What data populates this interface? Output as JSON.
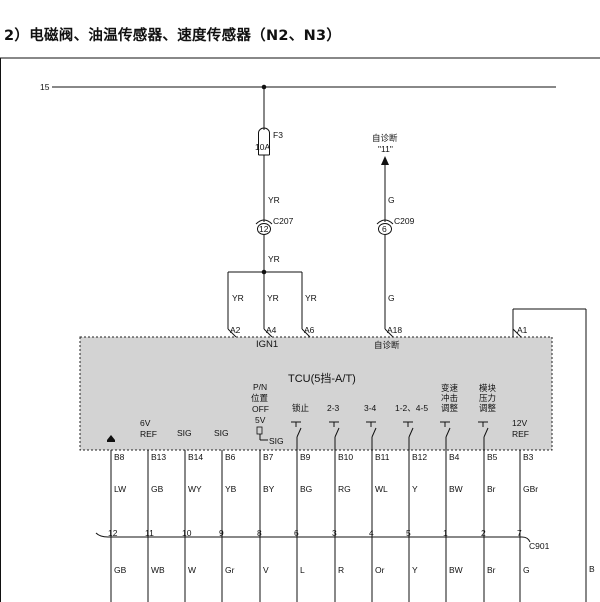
{
  "title": "2）电磁阀、油温传感器、速度传感器（N2、N3）",
  "top_bus": {
    "label": "15"
  },
  "fuse": {
    "name": "F3",
    "rating": "10A"
  },
  "wire_yr": "YR",
  "c207": {
    "name": "C207",
    "pin": "12"
  },
  "diag": {
    "line1": "自诊断",
    "line2": "\"11\"",
    "wire": "G",
    "connector": "C209",
    "pin": "6"
  },
  "tcu": {
    "title": "TCU(5挡-A/T)",
    "top_pins": [
      {
        "label": "A2",
        "wire": "YR"
      },
      {
        "label": "A4",
        "wire": "YR"
      },
      {
        "label": "A6",
        "wire": "YR"
      },
      {
        "label": "A18",
        "wire": "G"
      },
      {
        "label": "A1"
      }
    ],
    "ign_label": "IGN1",
    "diag_label": "自诊断",
    "pn_label": [
      "P/N",
      "位置",
      "OFF",
      "5V"
    ],
    "sig_label": "SIG",
    "bottom_pins": [
      {
        "label": "B8",
        "func": [],
        "wire_top": "LW",
        "c901_pin": "12",
        "wire_bottom": "GB"
      },
      {
        "label": "B13",
        "func": [
          "6V",
          "REF"
        ],
        "wire_top": "GB",
        "c901_pin": "11",
        "wire_bottom": "WB"
      },
      {
        "label": "B14",
        "func": [
          "SIG"
        ],
        "wire_top": "WY",
        "c901_pin": "10",
        "wire_bottom": "W"
      },
      {
        "label": "B6",
        "func": [
          "SIG"
        ],
        "wire_top": "YB",
        "c901_pin": "9",
        "wire_bottom": "Gr"
      },
      {
        "label": "B7",
        "func": [],
        "wire_top": "BY",
        "c901_pin": "8",
        "wire_bottom": "V"
      },
      {
        "label": "B9",
        "func": [
          "锁止"
        ],
        "wire_top": "BG",
        "c901_pin": "6",
        "wire_bottom": "L"
      },
      {
        "label": "B10",
        "func": [
          "2-3"
        ],
        "wire_top": "RG",
        "c901_pin": "3",
        "wire_bottom": "R"
      },
      {
        "label": "B11",
        "func": [
          "3-4"
        ],
        "wire_top": "WL",
        "c901_pin": "4",
        "wire_bottom": "Or"
      },
      {
        "label": "B12",
        "func": [
          "1-2、4-5"
        ],
        "wire_top": "Y",
        "c901_pin": "5",
        "wire_bottom": "Y"
      },
      {
        "label": "B4",
        "func": [
          "变速",
          "冲击",
          "调整"
        ],
        "wire_top": "BW",
        "c901_pin": "1",
        "wire_bottom": "BW"
      },
      {
        "label": "B5",
        "func": [
          "模块",
          "压力",
          "调整"
        ],
        "wire_top": "Br",
        "c901_pin": "2",
        "wire_bottom": "Br"
      },
      {
        "label": "B3",
        "func": [
          "12V",
          "REF"
        ],
        "wire_top": "GBr",
        "c901_pin": "7",
        "wire_bottom": "G"
      }
    ]
  },
  "c901": {
    "name": "C901"
  },
  "right_wire": "B"
}
